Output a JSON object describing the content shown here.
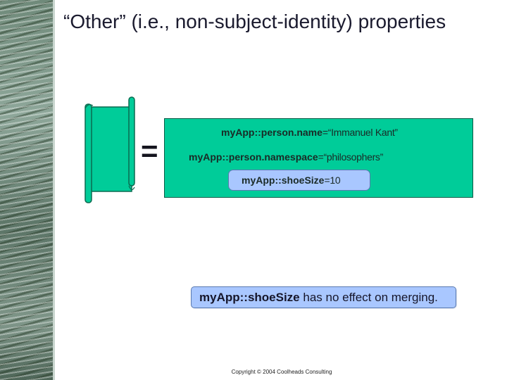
{
  "slide": {
    "title": "“Other” (i.e., non-subject-identity) properties",
    "equals_sign": "=",
    "properties": [
      {
        "key": "myApp::person.name",
        "value": "=“Immanuel Kant”"
      },
      {
        "key": "myApp::person.namespace",
        "value": "=“philosophers”"
      }
    ],
    "highlighted_property": {
      "key": "myApp::shoeSize",
      "value": "=10"
    },
    "note": {
      "key": "myApp::shoeSize",
      "text": " has no effect on merging."
    },
    "footer": "Copyright © 2004 Coolheads Consulting"
  },
  "colors": {
    "accent_green": "#00cc99",
    "highlight_blue": "#a9c7ff"
  },
  "icons": {
    "scroll": "scroll-icon",
    "background": "water-texture"
  }
}
